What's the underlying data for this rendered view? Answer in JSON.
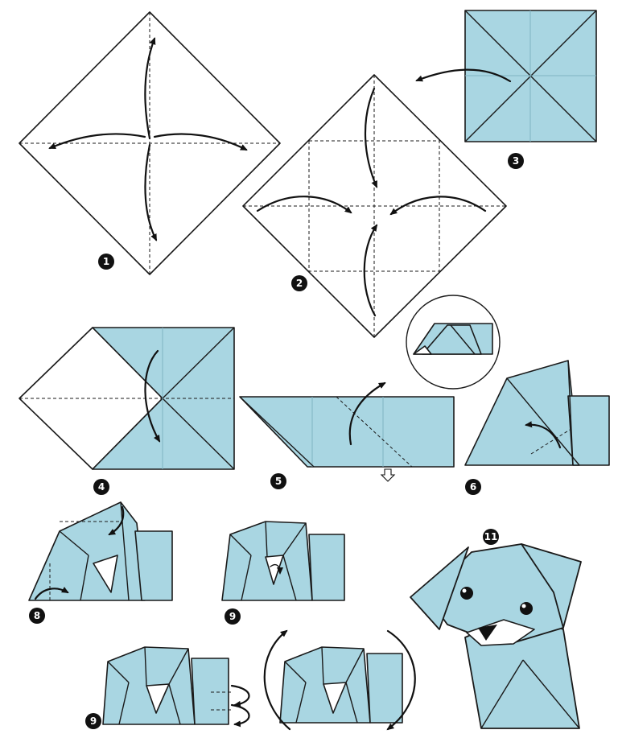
{
  "diagram": {
    "colors": {
      "paper": "#a9d6e2",
      "line": "#1a1a1a",
      "background": "#ffffff"
    },
    "steps": [
      {
        "label": "1"
      },
      {
        "label": "2"
      },
      {
        "label": "3"
      },
      {
        "label": "4"
      },
      {
        "label": "5"
      },
      {
        "label": "6"
      },
      {
        "label": "8"
      },
      {
        "label": "9"
      },
      {
        "label": "9"
      },
      {
        "label": "11"
      }
    ]
  }
}
